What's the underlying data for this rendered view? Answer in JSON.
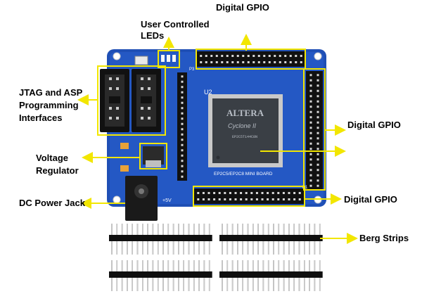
{
  "labels": {
    "digital_gpio_top": "Digital GPIO",
    "user_leds_line1": "User Controlled",
    "user_leds_line2": "LEDs",
    "jtag_line1": "JTAG and ASP",
    "jtag_line2": "Programming",
    "jtag_line3": "Interfaces",
    "voltage_line1": "Voltage",
    "voltage_line2": "Regulator",
    "dc_jack": "DC Power Jack",
    "digital_gpio_right": "Digital GPIO",
    "digital_gpio_bottom": "Digital GPIO",
    "berg_strips": "Berg Strips"
  },
  "board": {
    "chip_brand": "ALTERA",
    "chip_family": "Cyclone II",
    "chip_part": "EP2C5T144C8N",
    "board_name": "EP2C5/EP2C8 MINI BOARD",
    "ref_u2": "U2",
    "ref_p8": "P8",
    "power_label": "+5V",
    "p1_label": "P1",
    "p3_label": "P3"
  },
  "colors": {
    "highlight": "#f2e600",
    "arrow": "#f2e600",
    "pcb": "#1f4fb5",
    "chip": "#3a3f45",
    "header": "#111111",
    "pin": "#c9c9c9"
  }
}
